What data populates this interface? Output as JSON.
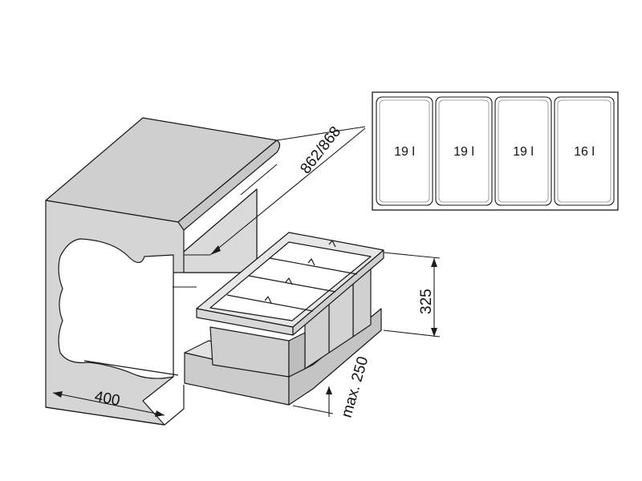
{
  "dimensions": {
    "depth": "862/868",
    "height": "325",
    "cabinet_width": "400",
    "max_offset": "max. 250"
  },
  "bins": [
    {
      "label": "19 l"
    },
    {
      "label": "19 l"
    },
    {
      "label": "19 l"
    },
    {
      "label": "16 l"
    }
  ],
  "colors": {
    "line": "#1a1a1a",
    "cabinet_fill": "#d5d5d5",
    "cabinet_top": "#cfcfcf",
    "bin_fill": "#d0d0d0",
    "frame_fill": "#e2e2e2",
    "panel_fill": "#cccccc",
    "bin_outline": "#888888"
  }
}
